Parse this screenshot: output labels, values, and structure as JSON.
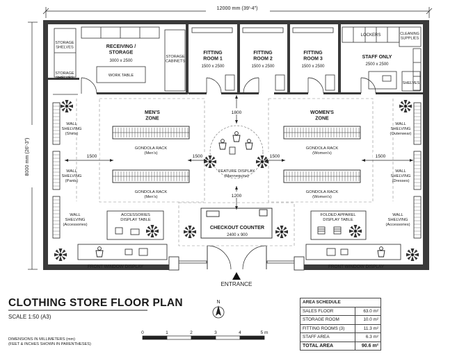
{
  "dimensions": {
    "width_label": "12000 mm (39'-4\")",
    "height_label": "8000 mm (26'-3\")",
    "aisle_left": "1500",
    "aisle_mid_left": "1500",
    "aisle_mid_right": "1500",
    "aisle_right": "1500",
    "aisle_top": "1800",
    "aisle_bottom": "1200"
  },
  "rooms": {
    "storage_shelves_1": "STORAGE\nSHELVES",
    "storage_shelves_2": "STORAGE\nSHELVES",
    "receiving_name": "RECEIVING /\nSTORAGE",
    "receiving_size": "3000 x 2500",
    "work_table": "WORK TABLE",
    "storage_cabinets": "STORAGE\nCABINETS",
    "fitting_1_name": "FITTING\nROOM 1",
    "fitting_1_size": "1500 x 2500",
    "fitting_2_name": "FITTING\nROOM 2",
    "fitting_2_size": "1500 x 2500",
    "fitting_3_name": "FITTING\nROOM 3",
    "fitting_3_size": "1500 x 2500",
    "lockers": "LOCKERS",
    "cleaning_supplies": "CLEANING\nSUPPLIES",
    "staff_name": "STAFF ONLY",
    "staff_size": "2500 x 2500",
    "shelves": "SHELVES"
  },
  "zones": {
    "mens": "MEN'S\nZONE",
    "womens": "WOMEN'S\nZONE"
  },
  "fixtures": {
    "gondola_mens_1": "GONDOLA RACK\n(Men's)",
    "gondola_mens_2": "GONDOLA RACK\n(Men's)",
    "gondola_womens_1": "GONDOLA RACK\n(Women's)",
    "gondola_womens_2": "GONDOLA RACK\n(Women's)",
    "wall_shirts": "WALL\nSHELVING\n(Shirts)",
    "wall_pants": "WALL\nSHELVING\n(Pants)",
    "wall_accessories_left": "WALL\nSHELVING\n(Accessories)",
    "wall_outerwear": "WALL\nSHELVING\n(Outerwear)",
    "wall_dresses": "WALL\nSHELVING\n(Dresses)",
    "wall_accessories_right": "WALL\nSHELVING\n(Accessories)",
    "feature_display": "FEATURE DISPLAY\n(Mannequins)",
    "accessories_table": "ACCESSORIES\nDISPLAY TABLE",
    "folded_table": "FOLDED APPAREL\nDISPLAY TABLE",
    "checkout_name": "CHECKOUT COUNTER",
    "checkout_size": "2400 x 900",
    "front_window_left": "FRONT WINDOW DISPLAY",
    "front_window_right": "FRONT WINDOW DISPLAY",
    "entrance": "ENTRANCE"
  },
  "footer": {
    "title": "CLOTHING STORE FLOOR PLAN",
    "scale": "SCALE 1:50 (A3)",
    "dims_note_1": "DIMENSIONS IN MILLIMETERS (mm)",
    "dims_note_2": "(FEET & INCHES SHOWN IN PARENTHESES)",
    "north": "N"
  },
  "scale_bar": {
    "ticks": [
      "0",
      "1",
      "2",
      "3",
      "4",
      "5 m"
    ]
  },
  "area_schedule": {
    "title": "AREA SCHEDULE",
    "rows": [
      {
        "name": "SALES FLOOR",
        "value": "63.0 m²"
      },
      {
        "name": "STORAGE ROOM",
        "value": "10.0 m²"
      },
      {
        "name": "FITTING ROOMS (3)",
        "value": "11.3 m²"
      },
      {
        "name": "STAFF AREA",
        "value": "6.3 m²"
      }
    ],
    "total_name": "TOTAL AREA",
    "total_value": "90.6 m²"
  },
  "colors": {
    "wall": "#3a3a3a",
    "line": "#1a1a1a",
    "dashed": "#8c8c8c",
    "plant": "#222222"
  }
}
